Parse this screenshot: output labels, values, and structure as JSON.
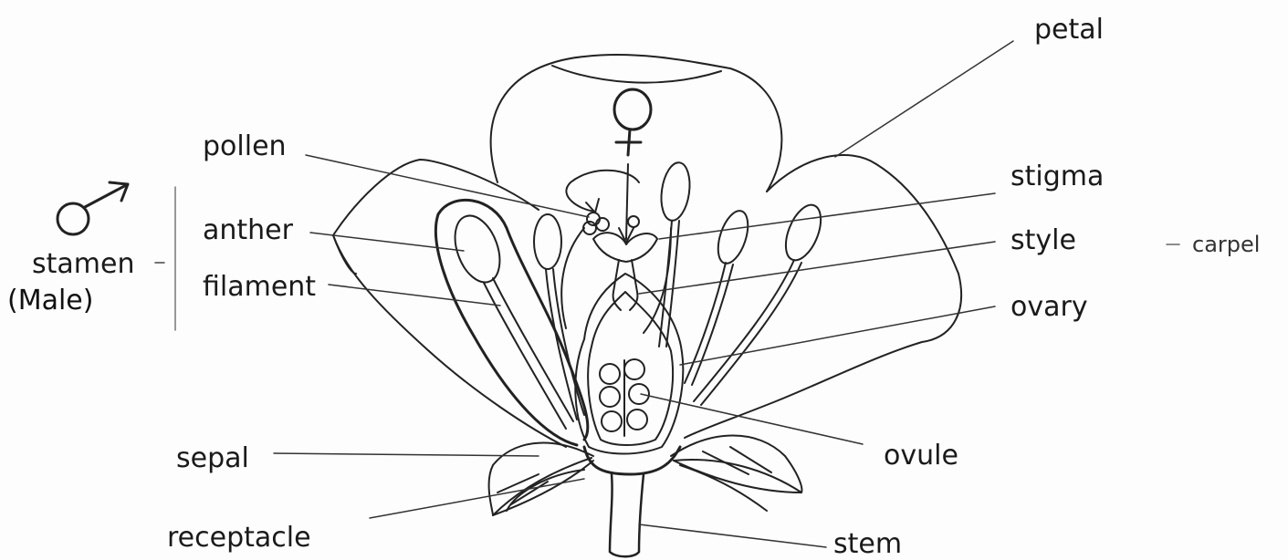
{
  "labels": {
    "petal": "petal",
    "pollen": "pollen",
    "stigma": "stigma",
    "anther": "anther",
    "style": "style",
    "carpel": "carpel",
    "stamen": "stamen",
    "male": "(Male)",
    "filament": "filament",
    "ovary": "ovary",
    "ovule": "ovule",
    "sepal": "sepal",
    "receptacle": "receptacle",
    "stem": "stem"
  },
  "symbols": {
    "male_symbol": "male-symbol",
    "female_symbol": "female-symbol"
  },
  "colors": {
    "ink": "#1a1a1a",
    "paper": "#fdfdfd"
  }
}
